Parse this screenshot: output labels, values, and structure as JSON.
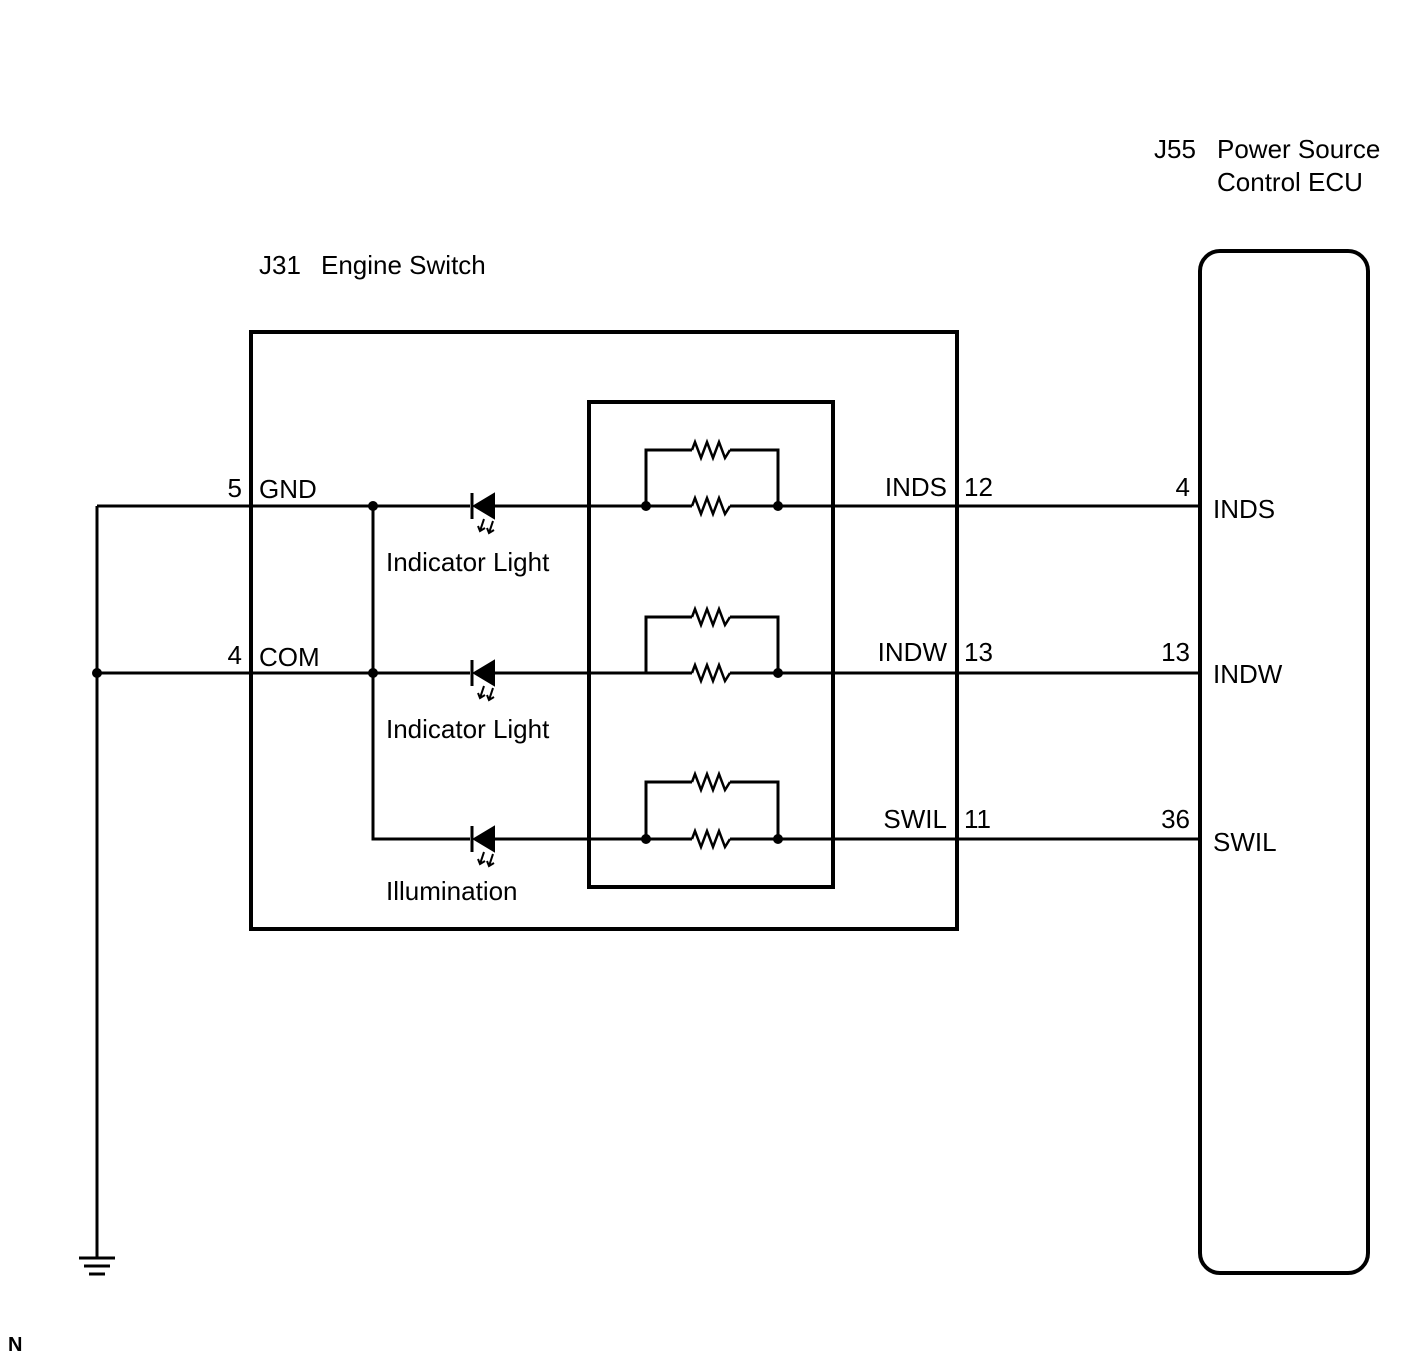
{
  "ecu": {
    "code": "J55",
    "name_line1": "Power Source",
    "name_line2": "Control ECU",
    "pins": [
      {
        "num": "4",
        "name": "INDS"
      },
      {
        "num": "13",
        "name": "INDW"
      },
      {
        "num": "36",
        "name": "SWIL"
      }
    ]
  },
  "switch": {
    "code": "J31",
    "name": "Engine Switch",
    "left_pins": [
      {
        "num": "5",
        "name": "GND"
      },
      {
        "num": "4",
        "name": "COM"
      }
    ],
    "right_pins": [
      {
        "name": "INDS",
        "num": "12"
      },
      {
        "name": "INDW",
        "num": "13"
      },
      {
        "name": "SWIL",
        "num": "11"
      }
    ],
    "lamps": [
      {
        "label": "Indicator Light"
      },
      {
        "label": "Indicator Light"
      },
      {
        "label": "Illumination"
      }
    ]
  },
  "footer": {
    "mark": "N"
  }
}
